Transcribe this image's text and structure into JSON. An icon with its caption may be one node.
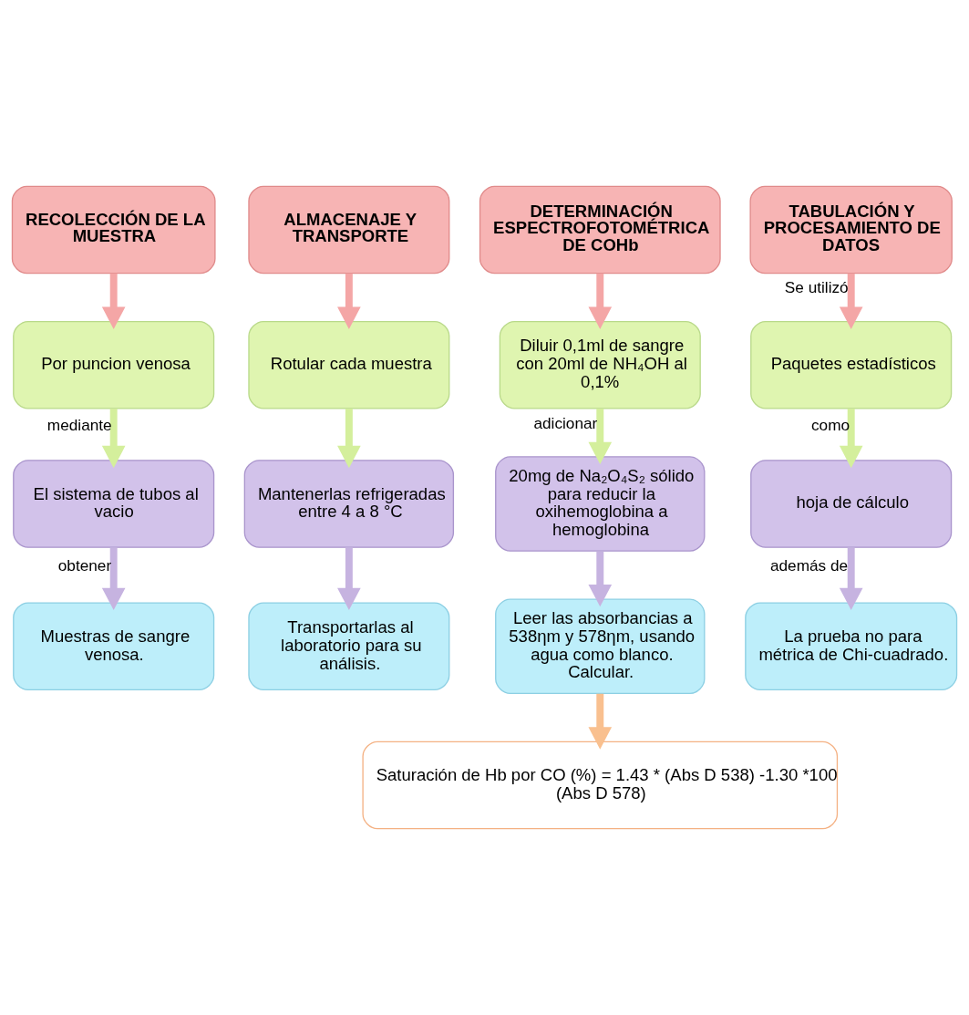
{
  "diagram": {
    "nodes": [
      {
        "text": [
          "RECOLECCIÓN DE LA MUESTRA"
        ]
      },
      {
        "text": [
          "Por puncion venosa"
        ]
      },
      {
        "text": [
          "El sistema de tubos al vacio"
        ]
      },
      {
        "text": [
          "Muestras de sangre venosa."
        ]
      },
      {
        "text": [
          "ALMACENAJE Y TRANSPORTE"
        ]
      },
      {
        "text": [
          "Rotular cada muestra"
        ]
      },
      {
        "text": [
          "Mantenerlas refrigeradas entre 4 a 8 °C"
        ]
      },
      {
        "text": [
          "Transportarlas al laboratorio para su análisis."
        ]
      },
      {
        "text": [
          "DETERMINACIÓN ESPECTROFOTOMÉTRICA DE COHb"
        ]
      },
      {
        "text": [
          "Diluir 0,1ml de sangre con 20ml de NH₄OH al 0,1%"
        ]
      },
      {
        "text": [
          "20mg de Na₂O₄S₂ sólido para reducir la oxihemoglobina a hemoglobina"
        ]
      },
      {
        "text": [
          "Leer las absorbancias a 538ηm y 578ηm, usando agua como blanco. Calcular."
        ]
      },
      {
        "text": [
          "Saturación de Hb por CO (%) = 1.43 * (Abs D 538) -1.30 *100",
          "(Abs D 578)"
        ]
      },
      {
        "text": [
          "TABULACIÓN Y PROCESAMIENTO DE DATOS"
        ]
      },
      {
        "text": [
          "Paquetes estadísticos"
        ]
      },
      {
        "text": [
          "hoja de cálculo"
        ]
      },
      {
        "text": [
          "La prueba no para métrica de Chi-cuadrado."
        ]
      }
    ],
    "edges": [
      {
        "from": 0,
        "to": 1,
        "arrow": "to",
        "color": "#f4a6a6"
      },
      {
        "from": 1,
        "to": 2,
        "arrow": "to",
        "label": "mediante",
        "color": "#d4ef9c"
      },
      {
        "from": 2,
        "to": 3,
        "arrow": "to",
        "label": "obtener",
        "color": "#c6b3e0"
      },
      {
        "from": 4,
        "to": 5,
        "arrow": "to",
        "color": "#f4a6a6"
      },
      {
        "from": 5,
        "to": 6,
        "arrow": "to",
        "color": "#d4ef9c"
      },
      {
        "from": 6,
        "to": 7,
        "arrow": "to",
        "color": "#c6b3e0"
      },
      {
        "from": 8,
        "to": 9,
        "arrow": "to",
        "color": "#f4a6a6"
      },
      {
        "from": 9,
        "to": 10,
        "arrow": "to",
        "label": "adicionar",
        "color": "#d4ef9c"
      },
      {
        "from": 10,
        "to": 11,
        "arrow": "to",
        "color": "#c6b3e0"
      },
      {
        "from": 11,
        "to": 12,
        "arrow": "to",
        "color": "#f9c08f"
      },
      {
        "from": 13,
        "to": 14,
        "arrow": "to",
        "label": "Se utilizó",
        "color": "#f4a6a6"
      },
      {
        "from": 14,
        "to": 15,
        "arrow": "to",
        "label": "como",
        "color": "#d4ef9c"
      },
      {
        "from": 15,
        "to": 16,
        "arrow": "to",
        "label": "además de",
        "color": "#c6b3e0"
      }
    ]
  }
}
